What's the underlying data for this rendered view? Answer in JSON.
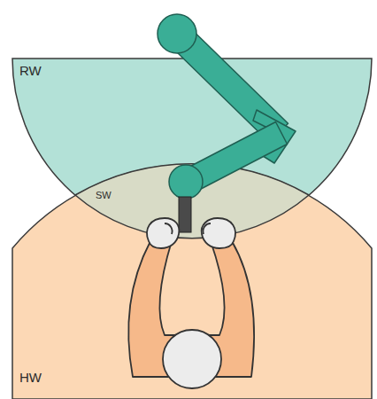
{
  "diagram": {
    "nodes": [
      {
        "text": [
          "RW"
        ]
      },
      {
        "text": [
          "SW"
        ]
      },
      {
        "text": [
          "HW"
        ]
      }
    ]
  }
}
